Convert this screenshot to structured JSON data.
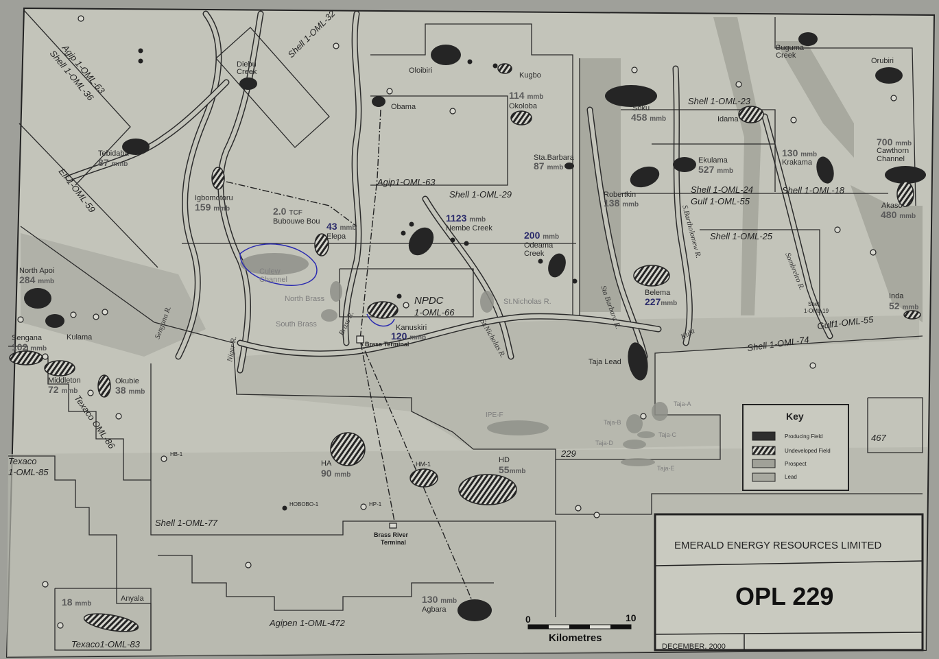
{
  "title_block": {
    "company": "EMERALD ENERGY RESOURCES LIMITED",
    "title": "OPL 229",
    "date": "DECEMBER, 2000"
  },
  "key": {
    "title": "Key",
    "items": [
      "Producing Field",
      "Undeveloped Field",
      "Prospect",
      "Lead"
    ]
  },
  "scale": {
    "start": "0",
    "end": "10",
    "unit": "Kilometres"
  },
  "blocks": {
    "agip63_nw": "Agip 1-OML-63",
    "shell36": "Shell 1-OML-36",
    "shell32": "Shell 1-OML-32",
    "elf59": "Elf 1-OML-59",
    "agip63": "Agip1-OML-63",
    "shell29": "Shell 1-OML-29",
    "shell23": "Shell 1-OML-23",
    "shell24": "Shell 1-OML-24",
    "gulf55": "Gulf 1-OML-55",
    "shell18": "Shell 1-OML-18",
    "shell25": "Shell 1-OML-25",
    "shell19_a": "Shell",
    "shell19_b": "1-OML-19",
    "gulf55_b": "Gulf1-OML-55",
    "shell74": "Shell 1-OML-74",
    "npdc_a": "NPDC",
    "npdc_b": "1-OML-66",
    "texaco86": "Texaco OML-86",
    "texaco85_a": "Texaco",
    "texaco85_b": "1-OML-85",
    "shell77": "Shell 1-OML-77",
    "agipen472": "Agipen 1-OML-472",
    "texaco83": "Texaco1-OML-83",
    "opl229": "229",
    "opl467": "467"
  },
  "rivers": {
    "sengana": "Sengana R.",
    "niger": "Niger R.",
    "brass": "Brass R.",
    "stnicholas": "St.Nicholas R.",
    "stnicholas2": "St.Nicholas R.",
    "stabarbara": "Sta Barbara R.",
    "sbartholomew": "S.Bartholomew R.",
    "sombreiro": "Sombreiro R.",
    "kula": "Kula"
  },
  "fields": {
    "diebu": {
      "l1": "Diebu",
      "l2": "Creek"
    },
    "oloibiri": {
      "name": "Oloibiri"
    },
    "kugbo": {
      "name": "Kugbo"
    },
    "obama": {
      "name": "Obama"
    },
    "okoloba": {
      "value": "114",
      "unit": "mmb",
      "name": "Okoloba"
    },
    "soku": {
      "name": "Soku",
      "value": "458",
      "unit": "mmb"
    },
    "buguma": {
      "l1": "Buguma",
      "l2": "Creek"
    },
    "orubiri": {
      "name": "Orubiri"
    },
    "idama": {
      "name": "Idama"
    },
    "cawthorn": {
      "value": "700",
      "unit": "mmb",
      "l1": "Cawthorn",
      "l2": "Channel"
    },
    "krakama": {
      "value": "130",
      "unit": "mmb",
      "name": "Krakama"
    },
    "ekulama": {
      "name": "Ekulama",
      "value": "527",
      "unit": "mmb"
    },
    "stabarbara": {
      "name": "Sta.Barbara",
      "value": "87",
      "unit": "mmb"
    },
    "tebidaba": {
      "name": "Tebidaba",
      "value": "87",
      "unit": "mmb"
    },
    "igbomotoru": {
      "name": "Igbomotoru",
      "value": "159",
      "unit": "mmb"
    },
    "bubouwe": {
      "value": "2.0",
      "unit": "TCF",
      "name": "Bubouwe Bou"
    },
    "elepa": {
      "value": "43",
      "unit": "mmb",
      "name": "Elepa"
    },
    "nembe": {
      "value": "1123",
      "unit": "mmb",
      "name": "Nembe Creek"
    },
    "odeama": {
      "value": "200",
      "unit": "mmb",
      "l1": "Odeama",
      "l2": "Creek"
    },
    "robertkin": {
      "name": "Robertkin",
      "value": "138",
      "unit": "mmb"
    },
    "akaso": {
      "name": "Akaso",
      "value": "480",
      "unit": "mmb"
    },
    "northapoi": {
      "name": "North Apoi",
      "value": "284",
      "unit": "mmb"
    },
    "kulama": {
      "name": "Kulama"
    },
    "sengana": {
      "name": "Sengana",
      "value": "102",
      "unit": "mmb"
    },
    "middleton": {
      "name": "Middleton",
      "value": "72",
      "unit": "mmb"
    },
    "okubie": {
      "name": "Okubie",
      "value": "38",
      "unit": "mmb"
    },
    "belema": {
      "name": "Belema",
      "value": "227",
      "unit": "mmb"
    },
    "india": {
      "name": "Inda",
      "value": "52",
      "unit": "mmb"
    },
    "kanuskiri": {
      "name": "Kanuskiri",
      "value": "120",
      "unit": "mmb"
    },
    "brassterminal": {
      "name": "Brass Terminal"
    },
    "culew": {
      "l1": "Culew",
      "l2": "Channel"
    },
    "northbrass": {
      "name": "North Brass"
    },
    "southbrass": {
      "name": "South Brass"
    },
    "tajalead": {
      "name": "Taja Lead"
    },
    "ipef": {
      "name": "IPE-F"
    },
    "tajaa": {
      "name": "Taja-A"
    },
    "tajab": {
      "name": "Taja-B"
    },
    "tajac": {
      "name": "Taja-C"
    },
    "tajad": {
      "name": "Taja-D"
    },
    "tajae": {
      "name": "Taja-E"
    },
    "ha": {
      "name": "HA",
      "value": "90",
      "unit": "mmb"
    },
    "hm1": {
      "name": "HM-1"
    },
    "hd": {
      "name": "HD",
      "value": "55",
      "unit": "mmb"
    },
    "hb1": {
      "name": "HB-1"
    },
    "hobobo": {
      "name": "HOBOBO-1"
    },
    "hp1": {
      "name": "HP-1"
    },
    "brassriver": {
      "l1": "Brass River",
      "l2": "Terminal"
    },
    "agbara": {
      "value": "130",
      "unit": "mmb",
      "name": "Agbara"
    },
    "anyala": {
      "value": "18",
      "unit": "mmb",
      "name": "Anyala"
    }
  }
}
